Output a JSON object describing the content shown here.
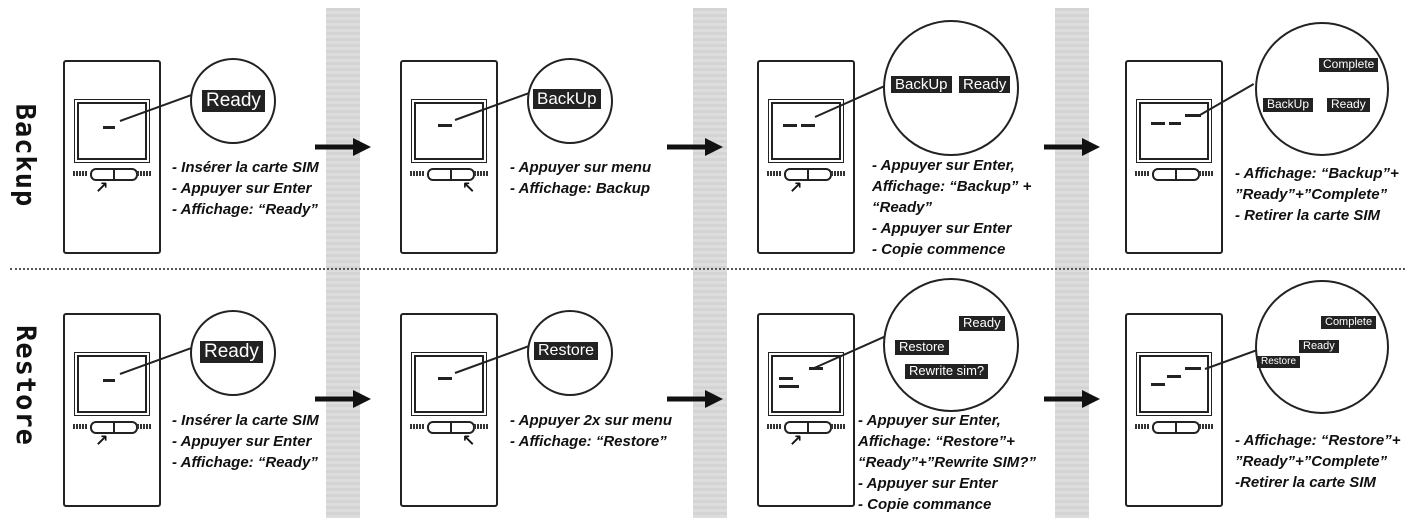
{
  "row_labels": {
    "backup": "Backup",
    "restore": "Restore"
  },
  "backup": [
    {
      "screen_tags": [
        "Ready"
      ],
      "caption": [
        "- Insérer la carte SIM",
        "- Appuyer sur Enter",
        "- Affichage: “Ready”"
      ]
    },
    {
      "screen_tags": [
        "BackUp"
      ],
      "caption": [
        "- Appuyer sur menu",
        "- Affichage: Backup"
      ]
    },
    {
      "screen_tags": [
        "BackUp",
        "Ready"
      ],
      "caption": [
        "- Appuyer sur Enter,",
        "Affichage: “Backup” +",
        "“Ready”",
        "- Appuyer sur Enter",
        "- Copie commence"
      ]
    },
    {
      "screen_tags": [
        "Complete",
        "BackUp",
        "Ready"
      ],
      "caption": [
        "- Affichage: “Backup”+",
        "”Ready”+”Complete”",
        "- Retirer la carte SIM"
      ]
    }
  ],
  "restore": [
    {
      "screen_tags": [
        "Ready"
      ],
      "caption": [
        "- Insérer la carte SIM",
        "- Appuyer sur Enter",
        "- Affichage: “Ready”"
      ]
    },
    {
      "screen_tags": [
        "Restore"
      ],
      "caption": [
        "- Appuyer 2x sur menu",
        "- Affichage: “Restore”"
      ]
    },
    {
      "screen_tags": [
        "Ready",
        "Restore",
        "Rewrite sim?"
      ],
      "caption": [
        "- Appuyer sur Enter,",
        "Affichage: “Restore”+",
        "“Ready”+”Rewrite SIM?”",
        "- Appuyer sur Enter",
        "- Copie commance"
      ]
    },
    {
      "screen_tags": [
        "Complete",
        "Ready",
        "Restore"
      ],
      "caption": [
        "- Affichage: “Restore”+",
        "”Ready”+”Complete”",
        "-Retirer la carte SIM"
      ]
    }
  ]
}
